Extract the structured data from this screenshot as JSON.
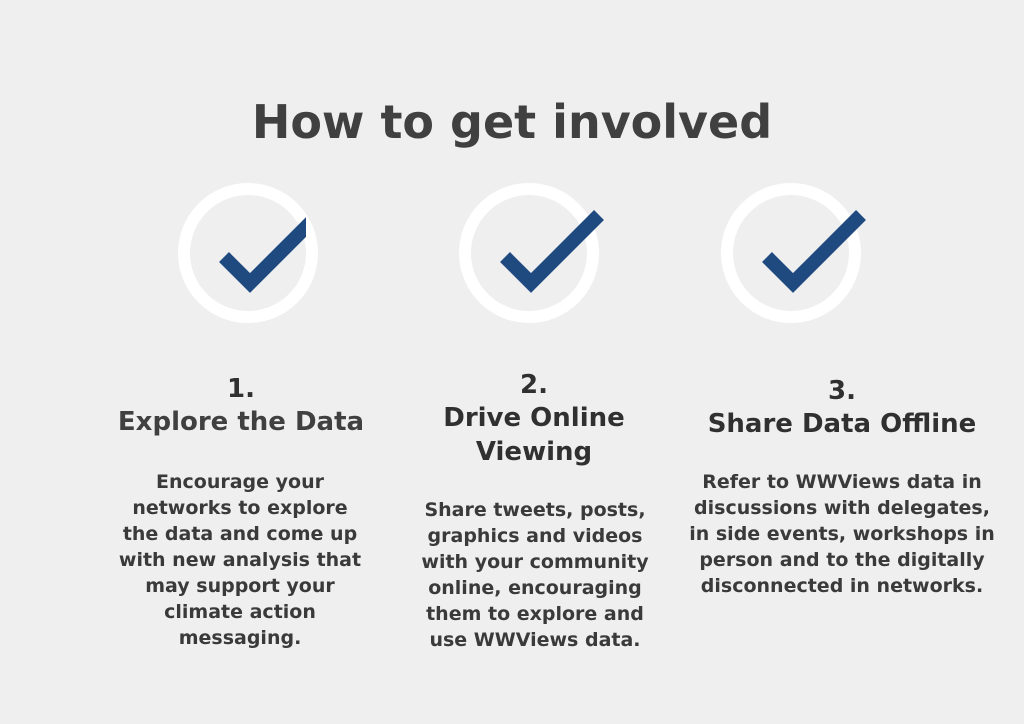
{
  "page": {
    "title": "How to get involved",
    "accent_color": "#1f4a80"
  },
  "steps": [
    {
      "icon": "check-icon",
      "number": "1.",
      "title": "Explore the Data",
      "description": "Encourage your networks to explore the data and come up with new analysis that may support your climate action messaging."
    },
    {
      "icon": "check-icon",
      "number": "2.",
      "title": "Drive Online Viewing",
      "description": "Share tweets, posts, graphics and videos with your community online, encouraging them to explore and use WWViews data."
    },
    {
      "icon": "check-icon",
      "number": "3.",
      "title": "Share Data Offline",
      "description": "Refer to WWViews data in discussions with delegates, in side events, workshops in person and to the digitally disconnected in networks."
    }
  ]
}
